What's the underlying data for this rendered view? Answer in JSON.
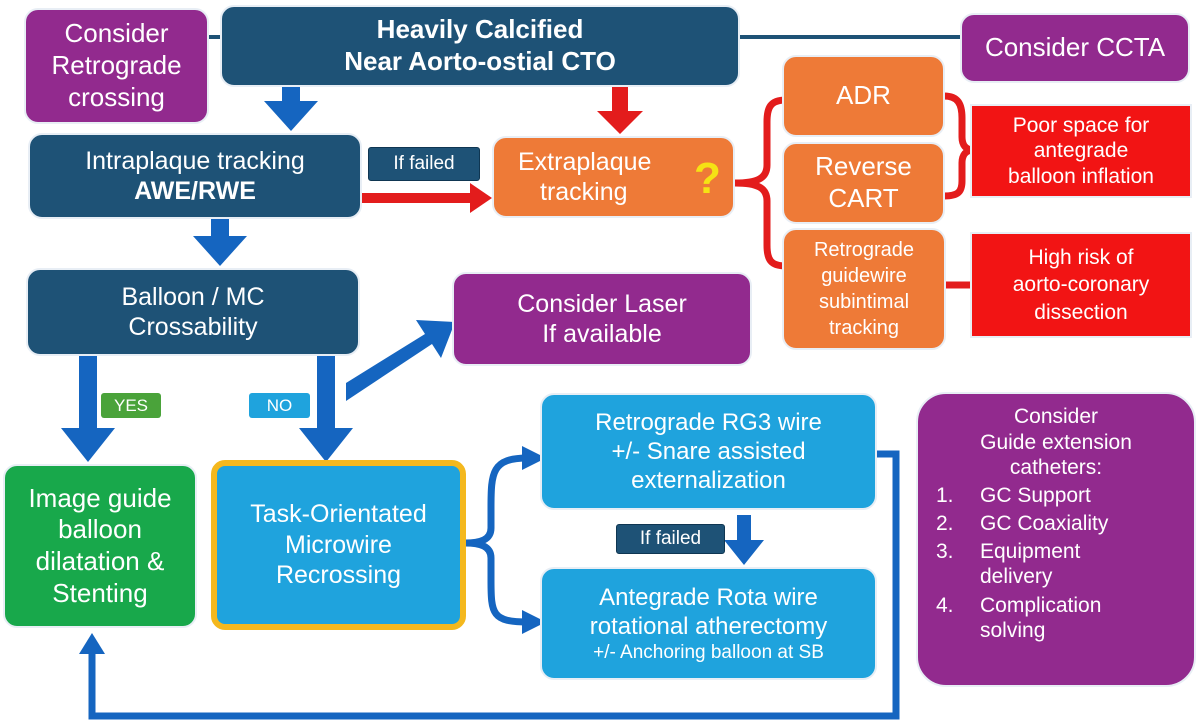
{
  "colors": {
    "navy": "#1e5276",
    "purple": "#922a8e",
    "orange": "#ee7a37",
    "red": "#f21414",
    "blue": "#1fa3dd",
    "green": "#18a84b",
    "arrow_blue": "#1565c0",
    "arrow_red": "#e31c1c",
    "question_mark": "#f5e214"
  },
  "nodes": {
    "top": {
      "line1": "Heavily Calcified",
      "line2": "Near Aorto-ostial CTO"
    },
    "retrograde_crossing": {
      "line1": "Consider",
      "line2": "Retrograde",
      "line3": "crossing"
    },
    "ccta": {
      "label": "Consider CCTA"
    },
    "intraplaque": {
      "line1": "Intraplaque tracking",
      "line2": "AWE/RWE"
    },
    "extraplaque": {
      "line1": "Extraplaque",
      "line2": "tracking",
      "mark": "?"
    },
    "adr": {
      "label": "ADR"
    },
    "reverse_cart": {
      "line1": "Reverse",
      "line2": "CART"
    },
    "retro_subintimal": {
      "line1": "Retrograde",
      "line2": "guidewire",
      "line3": "subintimal",
      "line4": "tracking"
    },
    "poor_space": {
      "line1": "Poor space for",
      "line2": "antegrade",
      "line3": "balloon inflation"
    },
    "high_risk": {
      "line1": "High risk of",
      "line2": "aorto-coronary",
      "line3": "dissection"
    },
    "balloon_mc": {
      "line1": "Balloon / MC",
      "line2": "Crossability"
    },
    "laser": {
      "line1": "Consider Laser",
      "line2": "If available"
    },
    "image_guide": {
      "line1": "Image guide",
      "line2": "balloon",
      "line3": "dilatation &",
      "line4": "Stenting"
    },
    "task_oriented": {
      "line1": "Task-Orientated",
      "line2": "Microwire",
      "line3": "Recrossing"
    },
    "rg3": {
      "line1": "Retrograde RG3 wire",
      "line2": "+/- Snare assisted",
      "line3": "externalization"
    },
    "rota": {
      "line1": "Antegrade Rota wire",
      "line2": "rotational atherectomy",
      "line3": "+/- Anchoring balloon at SB"
    },
    "guide_extension": {
      "line1": "Consider",
      "line2": "Guide extension",
      "line3": "catheters:",
      "items": [
        {
          "num": "1.",
          "lines": [
            "GC Support"
          ]
        },
        {
          "num": "2.",
          "lines": [
            "GC Coaxiality"
          ]
        },
        {
          "num": "3.",
          "lines": [
            "Equipment",
            "delivery"
          ]
        },
        {
          "num": "4.",
          "lines": [
            "Complication",
            "solving"
          ]
        }
      ]
    }
  },
  "tags": {
    "if_failed_1": "If failed",
    "if_failed_2": "If failed",
    "yes": "YES",
    "no": "NO"
  }
}
